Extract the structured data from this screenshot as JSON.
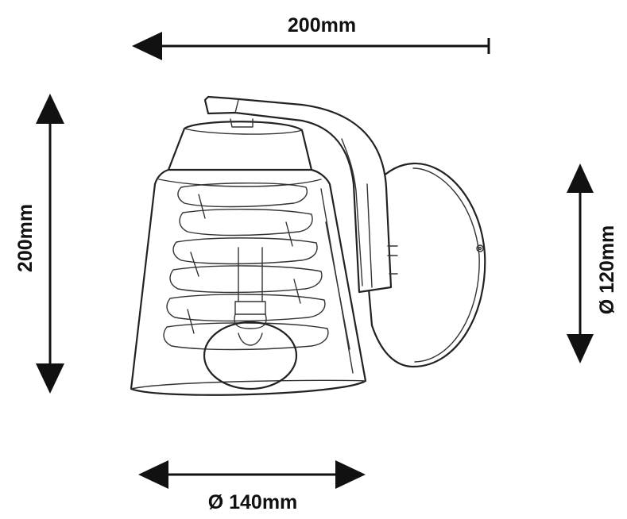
{
  "dimensions": {
    "top_width": "200mm",
    "left_height": "200mm",
    "right_diameter": "Ø 120mm",
    "bottom_diameter": "Ø 140mm"
  }
}
